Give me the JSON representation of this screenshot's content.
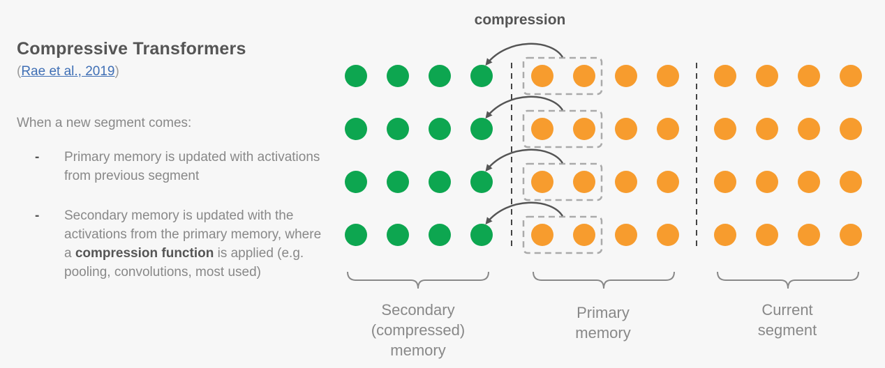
{
  "slide": {
    "title": "Compressive Transformers",
    "citation_open": "(",
    "citation_link": "Rae et al., 2019",
    "citation_close": ")",
    "intro": "When a new segment comes:",
    "bullets": [
      {
        "dash": "-",
        "text": "Primary memory is updated with activations from previous segment"
      },
      {
        "dash": "-",
        "text_before": "Secondary memory is updated with the activations from the primary memory, where a ",
        "bold": "compression function",
        "text_after": " is applied (e.g. pooling, convolutions, most used)"
      }
    ]
  },
  "diagram": {
    "top_label": "compression",
    "rows": 4,
    "groups": [
      {
        "label_lines": [
          "Secondary",
          "(compressed)",
          "memory"
        ],
        "count": 4,
        "color": "#0da650"
      },
      {
        "label_lines": [
          "Primary",
          "memory"
        ],
        "count": 4,
        "color": "#f79c2e"
      },
      {
        "label_lines": [
          "Current",
          "segment"
        ],
        "count": 4,
        "color": "#f79c2e"
      }
    ],
    "colors": {
      "secondary": "#0da650",
      "primary": "#f79c2e",
      "current": "#f79c2e",
      "dashed_box": "#aaaaaa",
      "arrow": "#555555",
      "divider": "#444444",
      "brace": "#888888"
    }
  }
}
